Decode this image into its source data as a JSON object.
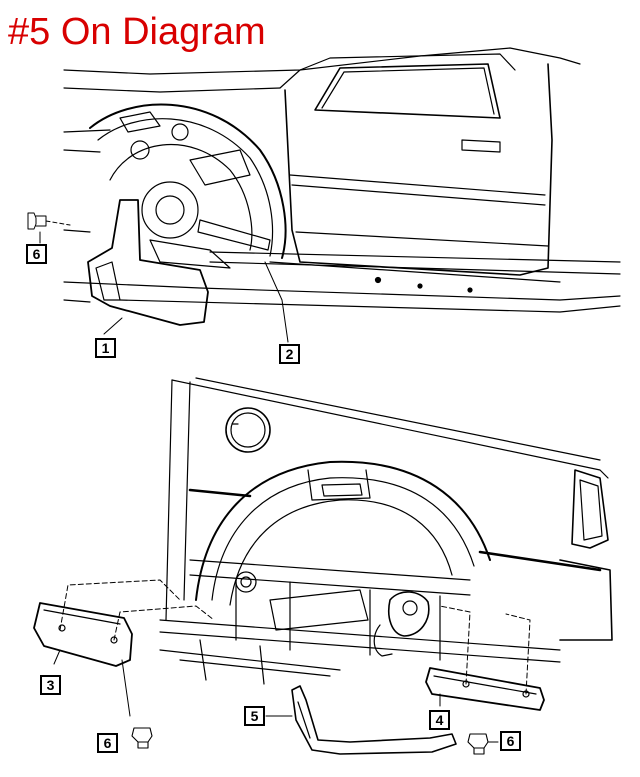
{
  "title": {
    "text": "#5 On Diagram",
    "color": "#d80000"
  },
  "line_color": "#000000",
  "callouts": [
    {
      "id": "1",
      "label": "1"
    },
    {
      "id": "2",
      "label": "2"
    },
    {
      "id": "3",
      "label": "3"
    },
    {
      "id": "4",
      "label": "4"
    },
    {
      "id": "5",
      "label": "5"
    },
    {
      "id": "6a",
      "label": "6"
    },
    {
      "id": "6b",
      "label": "6"
    },
    {
      "id": "6c",
      "label": "6"
    }
  ]
}
